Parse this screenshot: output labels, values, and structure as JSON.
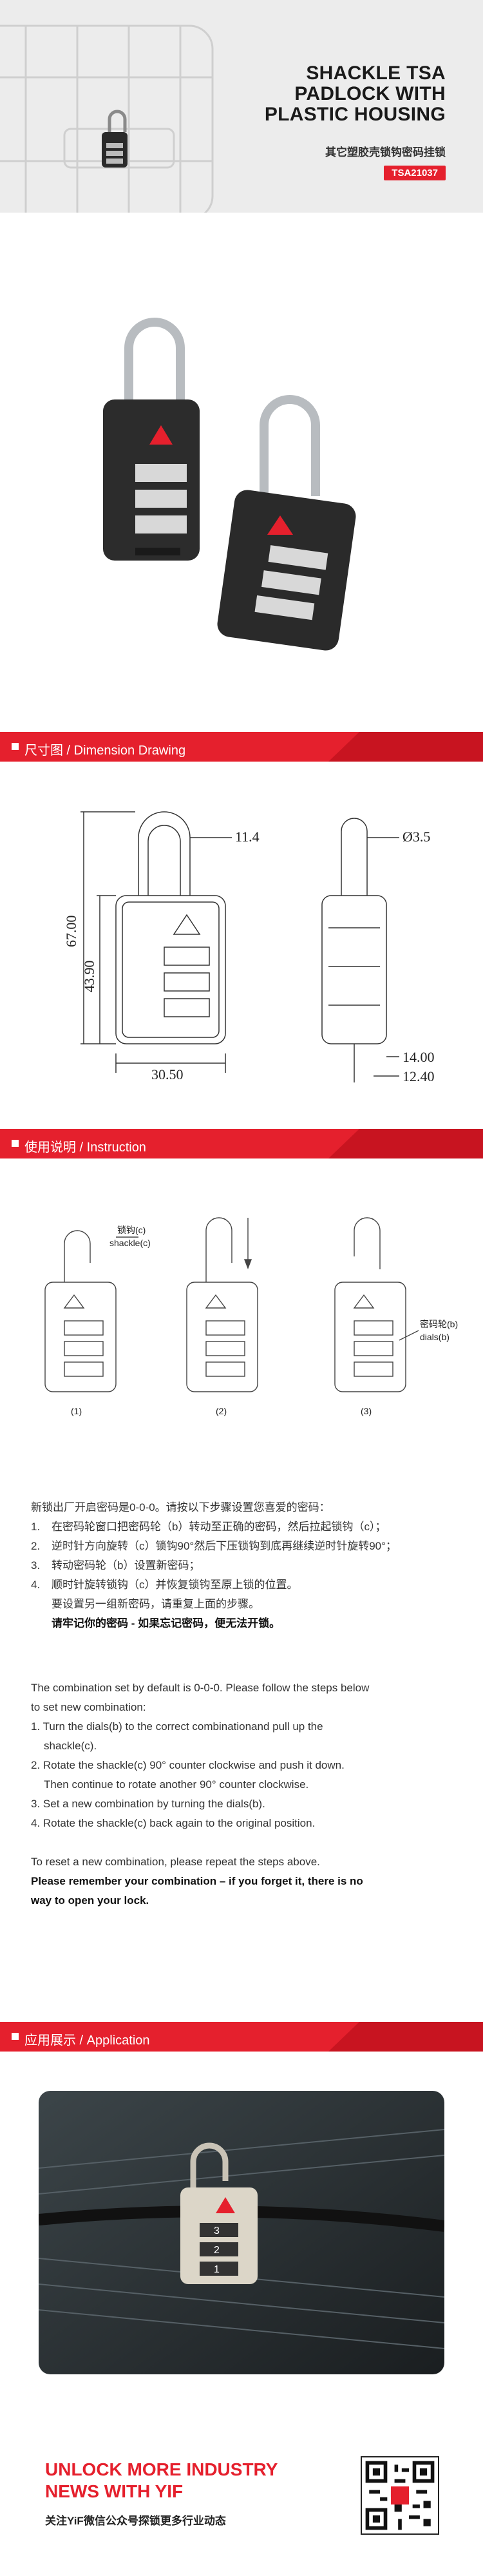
{
  "hero": {
    "title_lines": [
      "SHACKLE TSA",
      "PADLOCK WITH",
      "PLASTIC HOUSING"
    ],
    "subtitle": "其它塑胶壳锁钩密码挂锁",
    "model_code": "TSA21037"
  },
  "sections": {
    "dimension": "尺寸图 / Dimension Drawing",
    "instruction": "使用说明 / Instruction",
    "application": "应用展示 / Application"
  },
  "dimensions": {
    "d_11_4": "11.4",
    "d_3_5": "Ø3.5",
    "d_67": "67.00",
    "d_43_9": "43.90",
    "d_30_5": "30.50",
    "d_14": "14.00",
    "d_12_4": "12.40"
  },
  "instruction_figures": {
    "shackle_label": [
      "锁钩(c)",
      "shackle(c)"
    ],
    "dials_label": [
      "密码轮(b)",
      "dials(b)"
    ],
    "captions": [
      "(1)",
      "(2)",
      "(3)"
    ]
  },
  "instructions_zh": {
    "intro": "新锁出厂开启密码是0-0-0。请按以下步骤设置您喜爱的密码：",
    "steps": [
      {
        "num": "1.",
        "text": "在密码轮窗口把密码轮（b）转动至正确的密码，然后拉起锁钩（c）；"
      },
      {
        "num": "2.",
        "text": "逆时针方向旋转（c）锁钩90°然后下压锁钩到底再继续逆时针旋转90°；"
      },
      {
        "num": "3.",
        "text": "转动密码轮（b）设置新密码；"
      },
      {
        "num": "4.",
        "text": "顺时针旋转锁钩（c）并恢复锁钩至原上锁的位置。"
      }
    ],
    "reset": "要设置另一组新密码，请重复上面的步骤。",
    "warning": "请牢记你的密码 - 如果忘记密码，便无法开锁。"
  },
  "instructions_en": {
    "intro_1": "The combination set by default is 0-0-0. Please follow the steps below",
    "intro_2": "to set new combination:",
    "step1_a": "1. Turn the dials(b) to the correct combinationand pull up the",
    "step1_b": "shackle(c).",
    "step2_a": "2. Rotate the shackle(c) 90° counter clockwise and push it down.",
    "step2_b": "Then continue to rotate another 90° counter clockwise.",
    "step3": "3. Set a new combination by turning the dials(b).",
    "step4": "4. Rotate the shackle(c) back again to the original position.",
    "reset": "To reset a new combination, please repeat the steps above.",
    "warning_1": "Please remember your combination – if you forget it, there is no",
    "warning_2": "way to open your lock."
  },
  "application_photo": {
    "dial_digits": [
      "3",
      "2",
      "1"
    ]
  },
  "footer": {
    "title_lines": [
      "UNLOCK MORE INDUSTRY",
      "NEWS WITH YIF"
    ],
    "subtitle": "关注YiF微信公众号探锁更多行业动态"
  },
  "colors": {
    "accent": "#e5202d",
    "dark_red": "#c81420",
    "lock_body": "#2a2a2a"
  }
}
